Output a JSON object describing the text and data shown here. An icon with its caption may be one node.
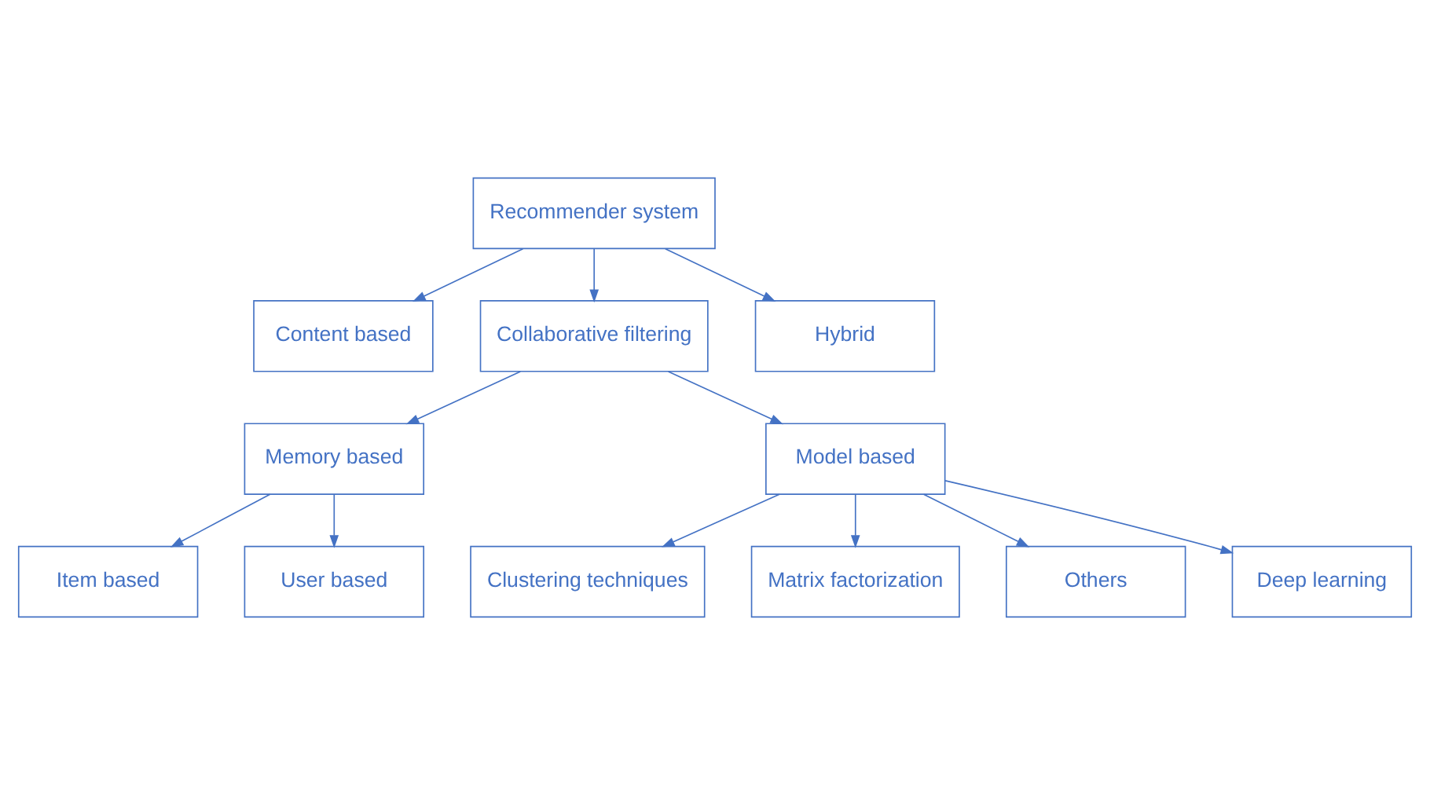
{
  "diagram": {
    "nodes": [
      {
        "text": [
          "Recommender system"
        ]
      },
      {
        "text": [
          "Content based"
        ]
      },
      {
        "text": [
          "Collaborative filtering"
        ]
      },
      {
        "text": [
          "Hybrid"
        ]
      },
      {
        "text": [
          "Memory based"
        ]
      },
      {
        "text": [
          "Model based"
        ]
      },
      {
        "text": [
          "Item based"
        ]
      },
      {
        "text": [
          "User based"
        ]
      },
      {
        "text": [
          "Clustering techniques"
        ]
      },
      {
        "text": [
          "Matrix factorization"
        ]
      },
      {
        "text": [
          "Others"
        ]
      },
      {
        "text": [
          "Deep learning"
        ]
      }
    ],
    "edges": [
      {
        "from": 0,
        "to": 1,
        "arrow": "to"
      },
      {
        "from": 0,
        "to": 2,
        "arrow": "to"
      },
      {
        "from": 0,
        "to": 3,
        "arrow": "to"
      },
      {
        "from": 2,
        "to": 4,
        "arrow": "to"
      },
      {
        "from": 2,
        "to": 5,
        "arrow": "to"
      },
      {
        "from": 4,
        "to": 6,
        "arrow": "to"
      },
      {
        "from": 4,
        "to": 7,
        "arrow": "to"
      },
      {
        "from": 5,
        "to": 8,
        "arrow": "to"
      },
      {
        "from": 5,
        "to": 9,
        "arrow": "to"
      },
      {
        "from": 5,
        "to": 10,
        "arrow": "to"
      },
      {
        "from": 5,
        "to": 11,
        "arrow": "to"
      }
    ]
  }
}
